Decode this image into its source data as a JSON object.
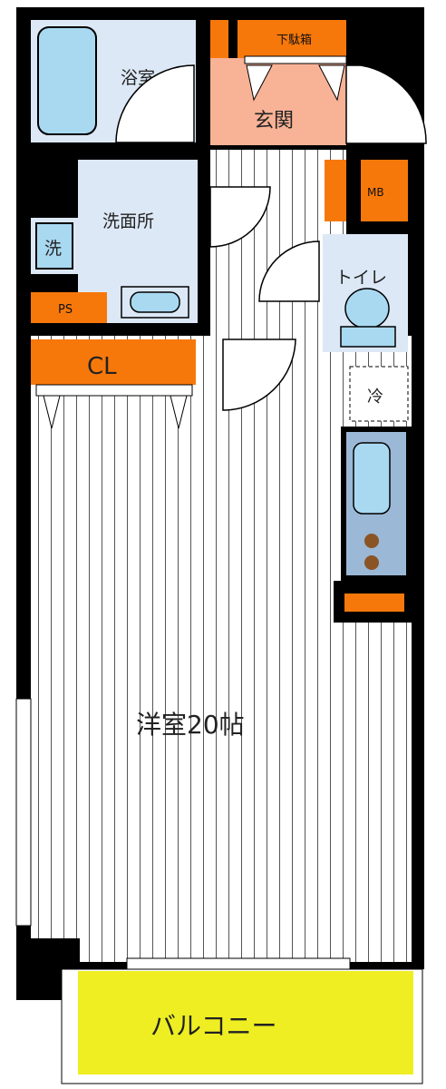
{
  "rooms": {
    "bathroom": "浴室",
    "entrance": "玄関",
    "shoe_box": "下駄箱",
    "meter_box": "MB",
    "washroom": "洗面所",
    "washer": "洗",
    "toilet": "トイレ",
    "pipe_space": "PS",
    "closet": "CL",
    "fridge": "冷",
    "living_room": "洋室20帖",
    "balcony": "バルコニー"
  },
  "colors": {
    "wall": "#000000",
    "storage_orange": "#f7780a",
    "entrance_salmon": "#f8b296",
    "wet_area_blue": "#dce8f5",
    "fixture_cyan": "#a9d9f1",
    "balcony_yellow": "#eeee22",
    "kitchen_blue": "#9bb8d6",
    "stove_brown": "#8a5424"
  }
}
